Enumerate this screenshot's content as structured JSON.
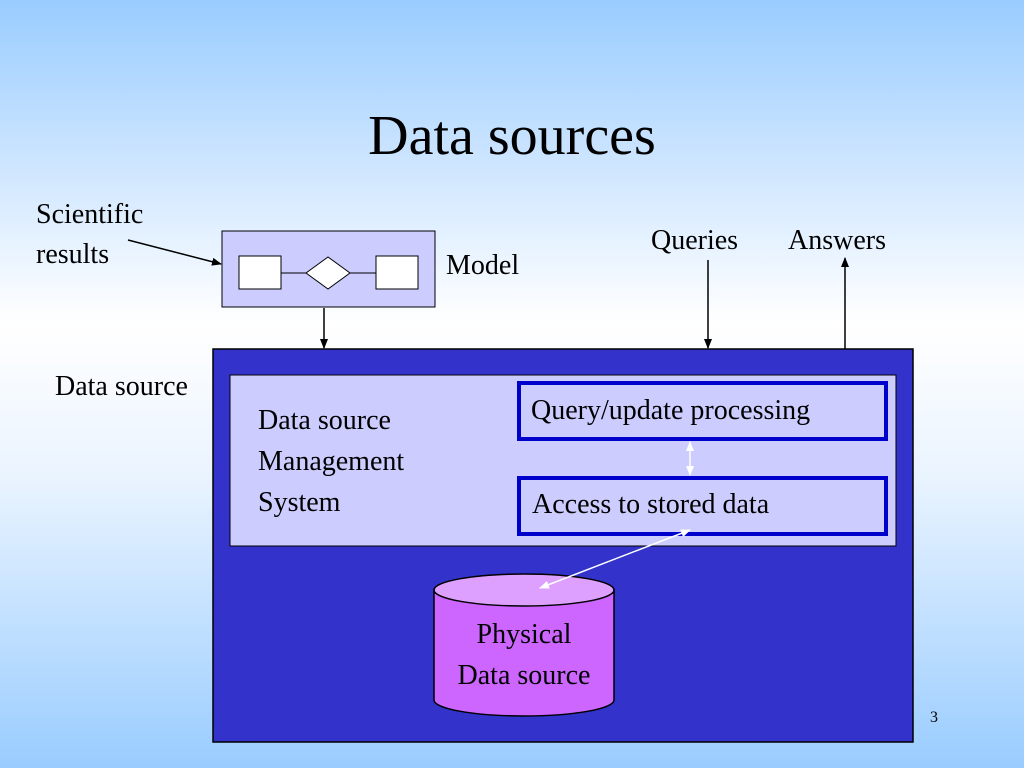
{
  "slide": {
    "title": "Data sources",
    "number": "3"
  },
  "labels": {
    "scientific_results_line1": "Scientific",
    "scientific_results_line2": "results",
    "model": "Model",
    "queries": "Queries",
    "answers": "Answers",
    "data_source": "Data source",
    "dsms_line1": "Data source",
    "dsms_line2": "Management",
    "dsms_line3": "System",
    "query_update": "Query/update processing",
    "access_stored": "Access to stored data",
    "physical_line1": "Physical",
    "physical_line2": "Data source"
  },
  "colors": {
    "outer_box": "#3333cc",
    "inner_panel": "#ccccff",
    "model_box": "#ccccff",
    "process_border": "#0000cc",
    "cylinder": "#cc66ff",
    "cylinder_top": "#dda0ff"
  }
}
